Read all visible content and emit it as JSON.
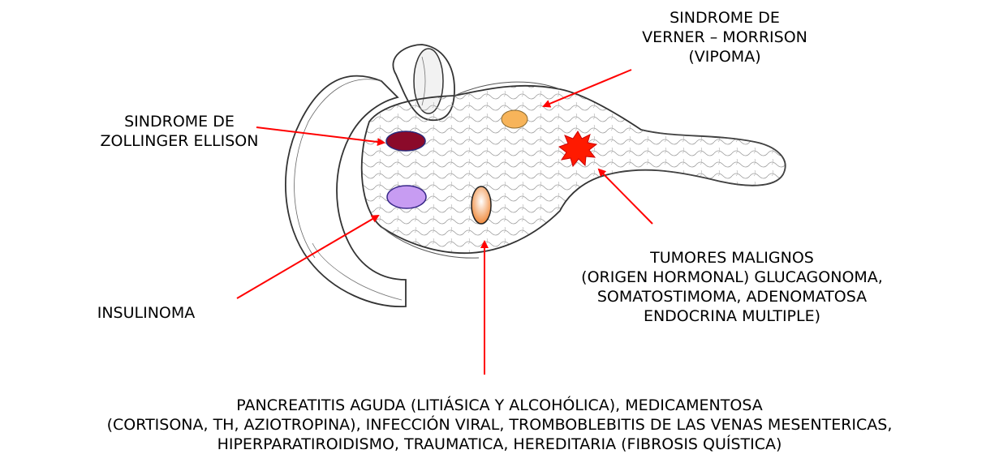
{
  "labels": {
    "verner_morrison": [
      "SINDROME DE",
      "VERNER – MORRISON",
      "(VIPOMA)"
    ],
    "zollinger_ellison": [
      "SINDROME DE",
      "ZOLLINGER ELLISON"
    ],
    "insulinoma": [
      "INSULINOMA"
    ],
    "tumores_malignos": [
      "TUMORES MALIGNOS",
      "(ORIGEN HORMONAL) GLUCAGONOMA,",
      "SOMATOSTIMOMA, ADENOMATOSA",
      "ENDOCRINA MULTIPLE)"
    ],
    "pancreatitis": [
      "PANCREATITIS AGUDA (LITIÁSICA Y ALCOHÓLICA), MEDICAMENTOSA",
      "(CORTISONA, TH, AZIOTROPINA), INFECCIÓN VIRAL, TROMBOBLEBITIS DE LAS VENAS MESENTERICAS,",
      "HIPERPARATIROIDISMO, TRAUMATICA, HEREDITARIA  (FIBROSIS QUÍSTICA)"
    ]
  },
  "colors": {
    "arrow": "#ff0000",
    "outline": "#333333",
    "zollinger_marker": "#8b0a2a",
    "insulinoma_marker": "#c79cf2",
    "vipoma_marker": "#f7b45a",
    "pancreatitis_marker": "#f4a46a",
    "tumor_marker": "#ff1a00"
  },
  "icons": [
    "pancreas-illustration",
    "tumor-starburst-icon"
  ]
}
